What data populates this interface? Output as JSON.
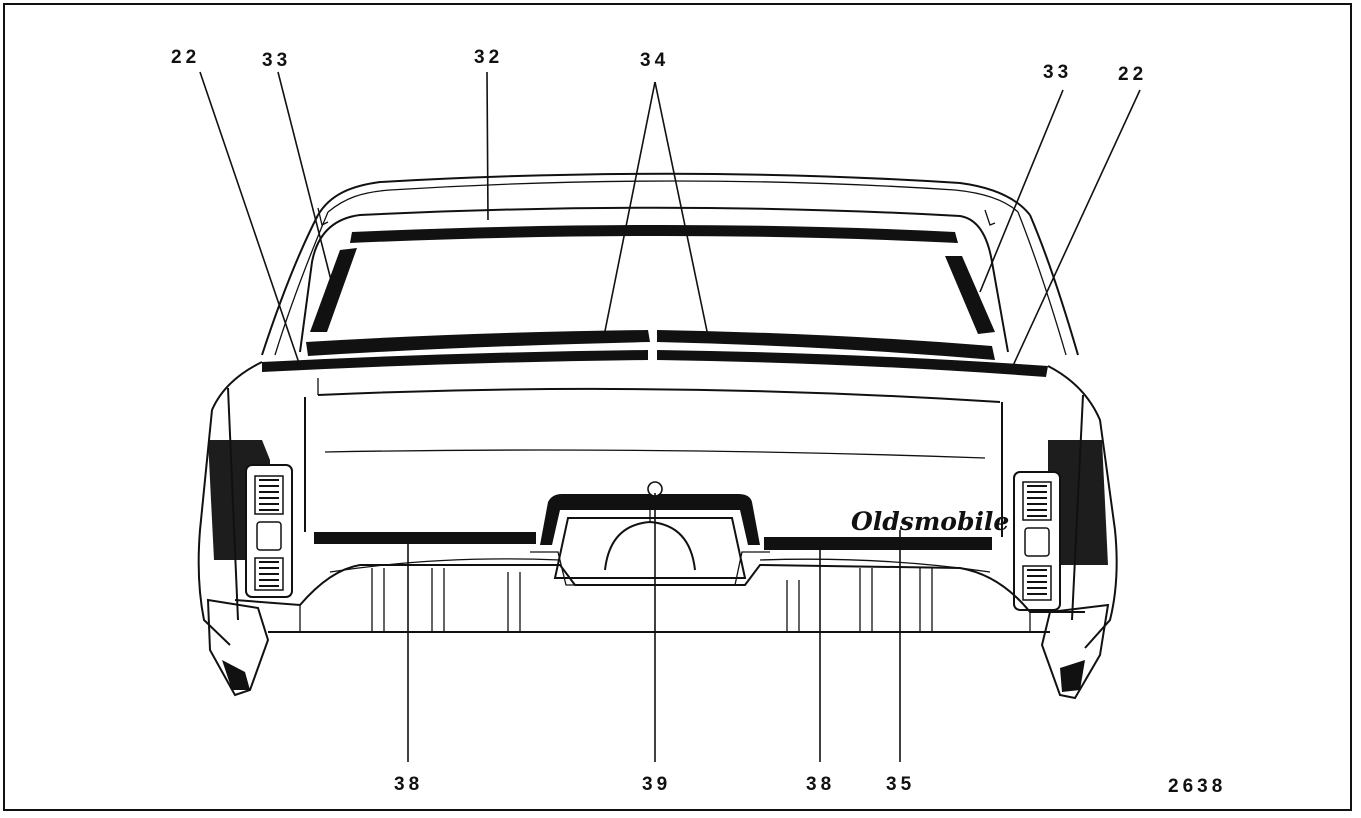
{
  "figure": {
    "number": "2638",
    "badge_text": "Oldsmobile"
  },
  "callouts": {
    "left_22": "22",
    "left_33": "33",
    "c32": "32",
    "c34": "34",
    "right_33": "33",
    "right_22": "22",
    "left_38": "38",
    "c39": "39",
    "right_38": "38",
    "c35": "35"
  },
  "colors": {
    "ink": "#111111",
    "paper": "#ffffff"
  }
}
